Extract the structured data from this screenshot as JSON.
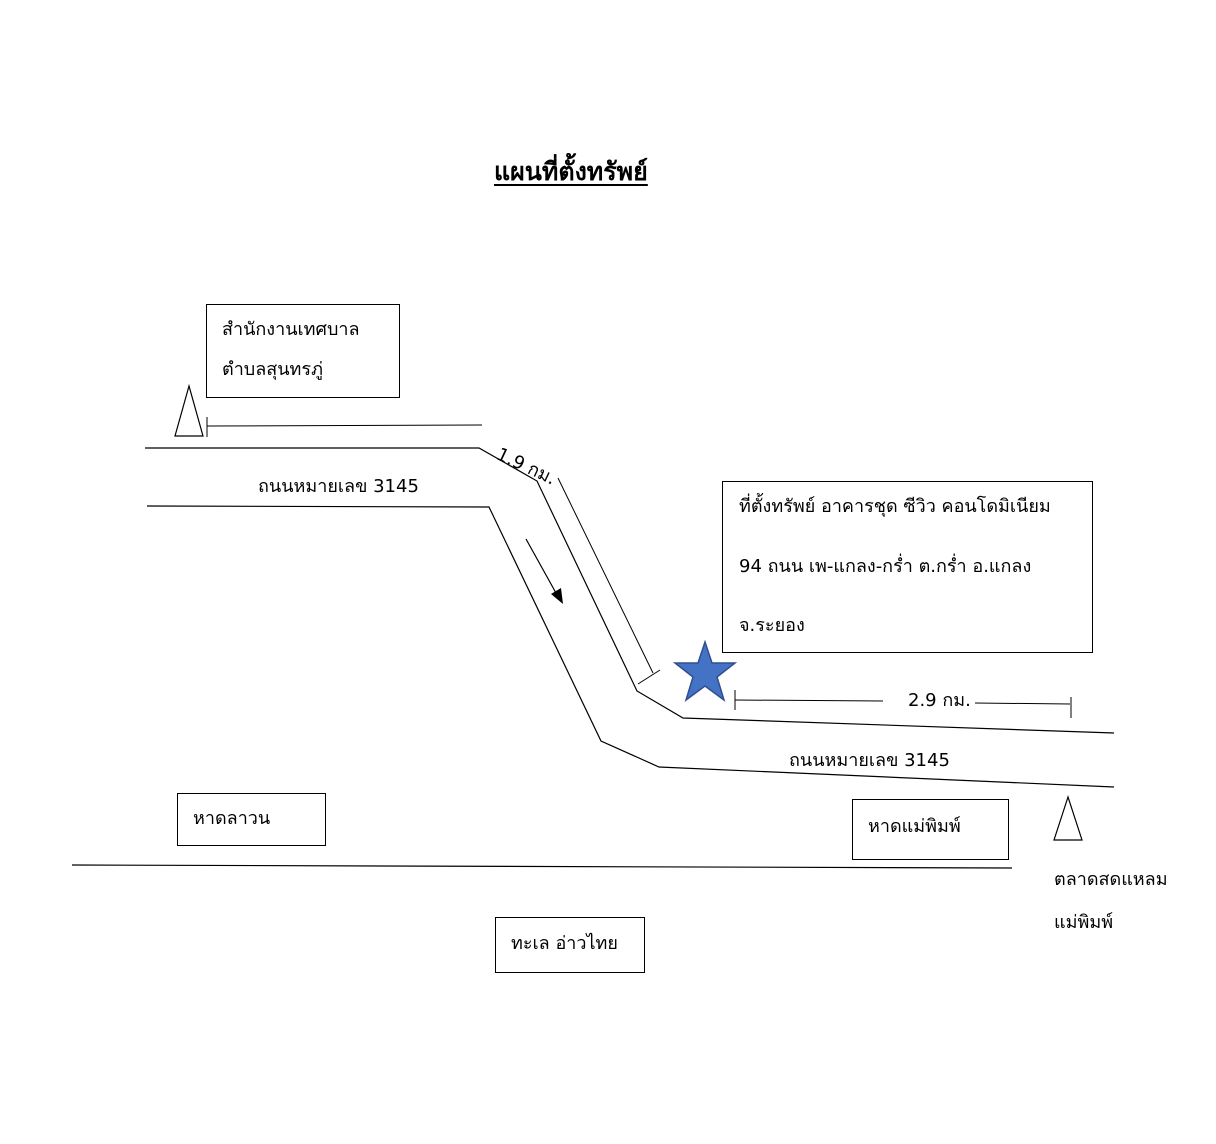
{
  "title": "แผนที่ตั้งทรัพย์",
  "municipal_office": {
    "line1": "สำนักงานเทศบาล",
    "line2": "ตำบลสุนทรภู่"
  },
  "property": {
    "line1": "ที่ตั้งทรัพย์ อาคารชุด ซีวิว คอนโดมิเนียม",
    "line2": "94 ถนน เพ-แกลง-กร่ำ ต.กร่ำ อ.แกลง",
    "line3": "จ.ระยอง"
  },
  "road_label_upper": "ถนนหมายเลข 3145",
  "road_label_lower": "ถนนหมายเลข 3145",
  "distance_diagonal": "1.9 กม.",
  "distance_right": "2.9 กม.",
  "beach_left": "หาดลาวน",
  "beach_right": "หาดแม่พิมพ์",
  "sea": "ทะเล อ่าวไทย",
  "market": {
    "line1": "ตลาดสดแหลม",
    "line2": "แม่พิมพ์"
  },
  "colors": {
    "star": "#4472C4",
    "lines": "#000000"
  },
  "icons": [
    "landmark-triangle-icon",
    "property-star-icon",
    "direction-arrow-icon"
  ]
}
